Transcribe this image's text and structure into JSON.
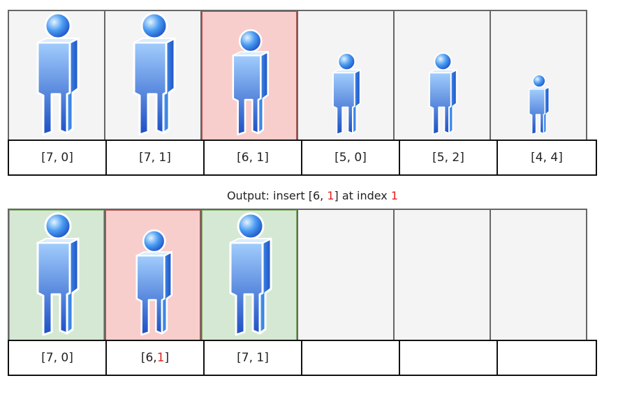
{
  "input": {
    "people": [
      {
        "label": "[7, 0]",
        "h": 7,
        "state": "normal"
      },
      {
        "label": "[7, 1]",
        "h": 7,
        "state": "normal"
      },
      {
        "label": "[6, 1]",
        "h": 6,
        "state": "red"
      },
      {
        "label": "[5, 0]",
        "h": 5,
        "state": "normal"
      },
      {
        "label": "[5, 2]",
        "h": 5,
        "state": "normal"
      },
      {
        "label": "[4, 4]",
        "h": 4,
        "state": "normal"
      }
    ]
  },
  "caption": {
    "prefix": "Output: insert [6, ",
    "highlight": "1",
    "middle": "] at index ",
    "index": "1"
  },
  "output": {
    "people": [
      {
        "prefix": "[7, 0]",
        "red": "",
        "suffix": "",
        "h": 7,
        "state": "green"
      },
      {
        "prefix": "[6, ",
        "red": "1",
        "suffix": "]",
        "h": 6,
        "state": "red"
      },
      {
        "prefix": "[7, 1]",
        "red": "",
        "suffix": "",
        "h": 7,
        "state": "green"
      },
      {
        "prefix": "",
        "red": "",
        "suffix": "",
        "h": 0,
        "state": "empty"
      },
      {
        "prefix": "",
        "red": "",
        "suffix": "",
        "h": 0,
        "state": "empty"
      },
      {
        "prefix": "",
        "red": "",
        "suffix": "",
        "h": 0,
        "state": "empty"
      }
    ]
  },
  "colors": {
    "figure_light": "#a8d3ff",
    "figure_mid": "#4a9cf2",
    "figure_dark": "#1c4fc4",
    "highlight_red": "#e0201a"
  }
}
